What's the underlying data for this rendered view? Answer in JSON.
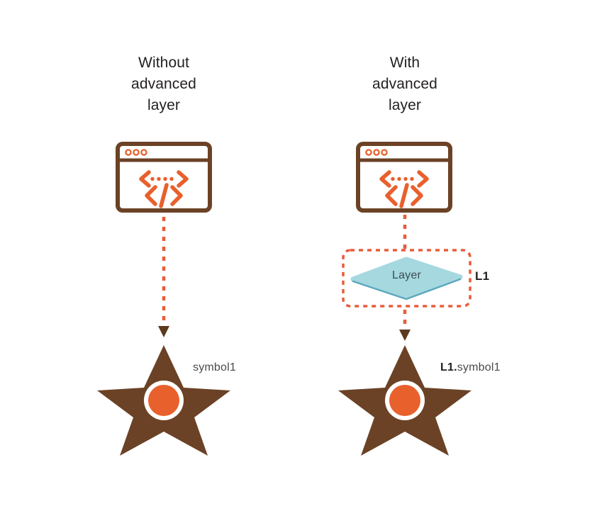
{
  "diagram": {
    "title_left": "Without\nadvanced\nlayer",
    "title_right": "With\nadvanced\nlayer",
    "layer_plane_text": "Layer",
    "layer_name": "L1",
    "symbol_left": "symbol1",
    "symbol_right_prefix": "L1.",
    "symbol_right_suffix": "symbol1",
    "browser_code_arrow": "<····>",
    "browser_code_tag": "</>"
  },
  "colors": {
    "brown": "#6B4226",
    "orange": "#E8602C",
    "orange_dash": "#EA5B3A",
    "layer_fill": "#A5D8DF",
    "layer_edge": "#5BA8BD",
    "text_dark": "#231f20",
    "background": "#ffffff"
  }
}
